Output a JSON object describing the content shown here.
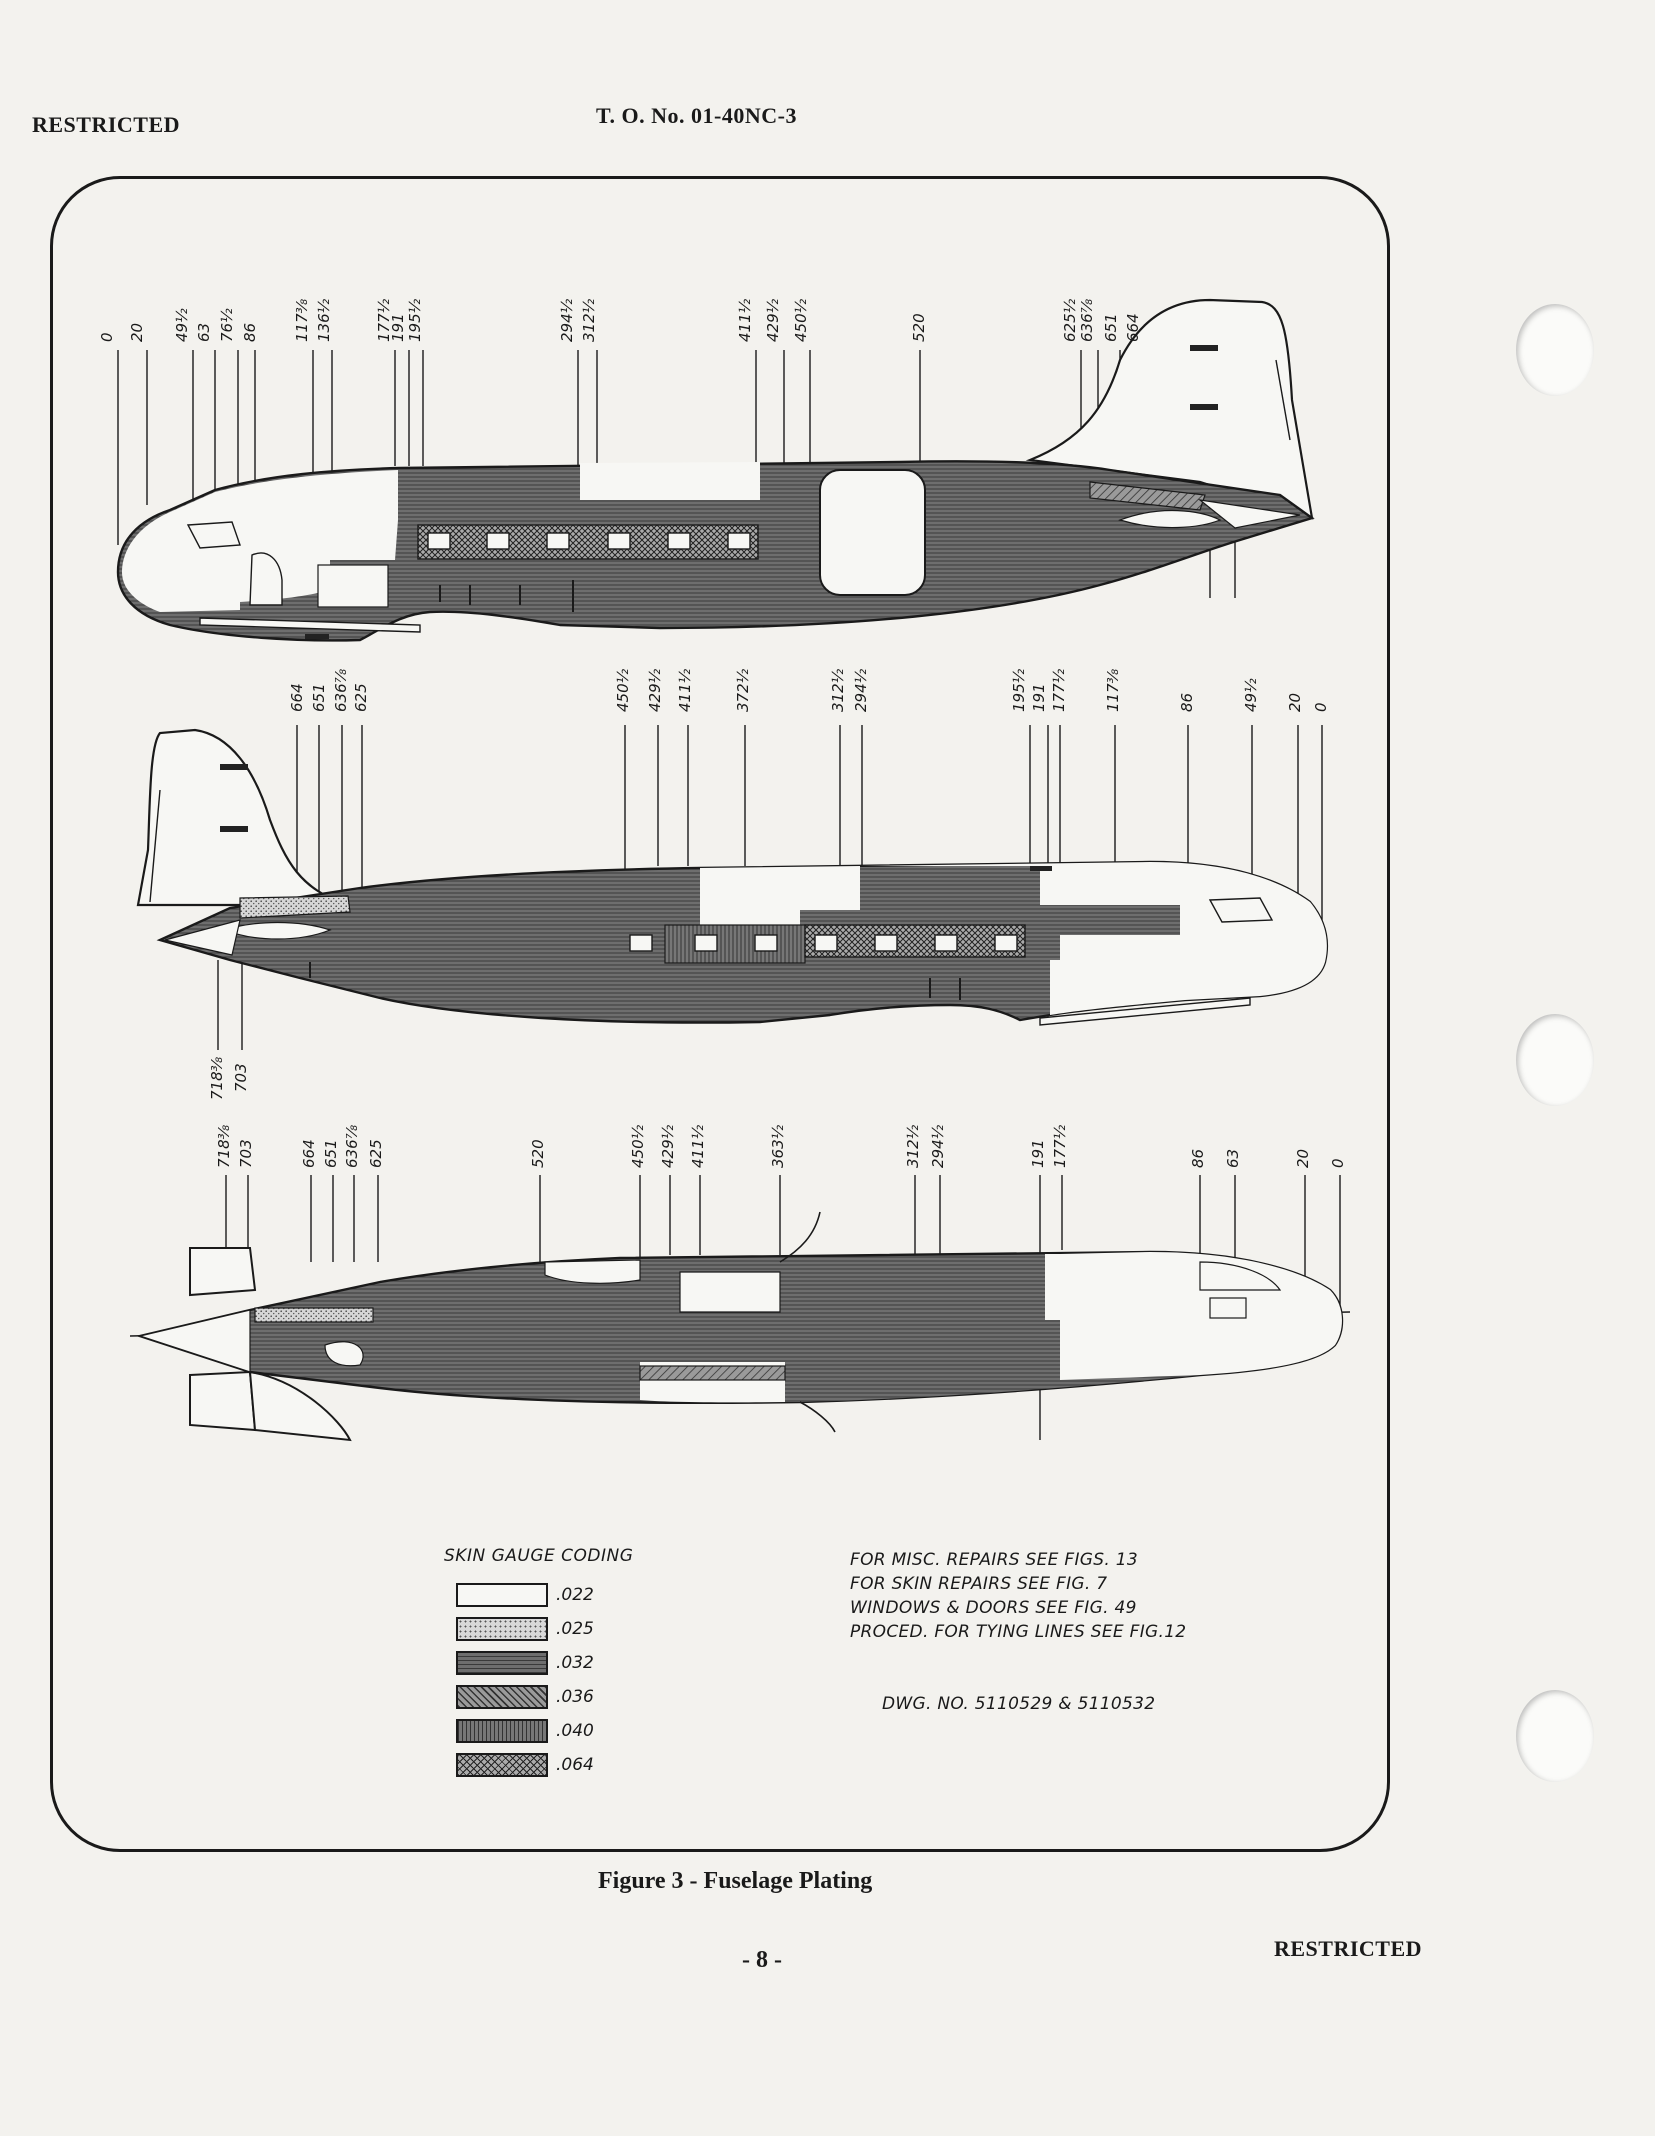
{
  "header": {
    "classification_left": "RESTRICTED",
    "document_number": "T. O. No. 01-40NC-3"
  },
  "figure": {
    "caption": "Figure 3 - Fuselage Plating",
    "views": [
      {
        "name": "top-view",
        "stations": [
          "0",
          "20",
          "49½",
          "63",
          "76½",
          "86",
          "117⅜",
          "136½",
          "177½",
          "191",
          "195½",
          "294½",
          "312½",
          "411½",
          "429½",
          "450½",
          "520",
          "625½",
          "636⅞",
          "651",
          "664"
        ]
      },
      {
        "name": "middle-view",
        "stations_top": [
          "664",
          "651",
          "636⅞",
          "625",
          "450½",
          "429½",
          "411½",
          "372½",
          "312½",
          "294½",
          "195½",
          "191",
          "177½",
          "117⅜",
          "86",
          "49½",
          "20",
          "0"
        ],
        "stations_bottom": [
          "718⅜",
          "703"
        ]
      },
      {
        "name": "bottom-view",
        "stations": [
          "718⅜",
          "703",
          "664",
          "651",
          "636⅞",
          "625",
          "520",
          "450½",
          "429½",
          "411½",
          "363½",
          "312½",
          "294½",
          "191",
          "177½",
          "86",
          "63",
          "20",
          "0"
        ]
      }
    ],
    "legend": {
      "title": "SKIN GAUGE CODING",
      "items": [
        {
          "label": ".022",
          "pattern": "blank"
        },
        {
          "label": ".025",
          "pattern": "stipple"
        },
        {
          "label": ".032",
          "pattern": "horizontal-lines"
        },
        {
          "label": ".036",
          "pattern": "diagonal-lines"
        },
        {
          "label": ".040",
          "pattern": "vertical-lines"
        },
        {
          "label": ".064",
          "pattern": "crosshatch"
        }
      ]
    },
    "notes": [
      "FOR MISC. REPAIRS SEE FIGS. 13",
      "FOR SKIN REPAIRS SEE FIG. 7",
      "WINDOWS & DOORS SEE FIG. 49",
      "PROCED. FOR TYING LINES SEE FIG.12"
    ],
    "drawing_number": "DWG. NO. 5110529 & 5110532"
  },
  "footer": {
    "page_number": "- 8 -",
    "classification_right": "RESTRICTED"
  }
}
